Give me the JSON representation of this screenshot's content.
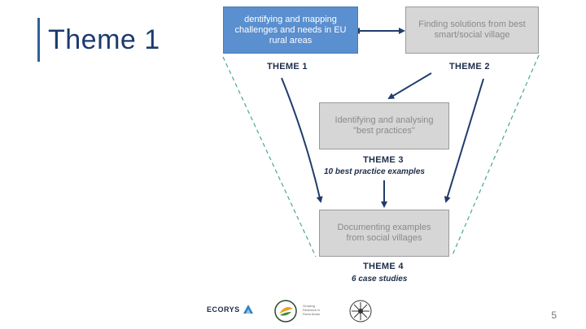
{
  "slide": {
    "title": "Theme 1",
    "page_number": "5"
  },
  "boxes": {
    "theme1_box": "dentifying and mapping challenges and needs in EU rural areas",
    "theme2_box": "Finding solutions from best smart/social village",
    "theme3_box": "Identifying and analysing \"best practices\"",
    "theme4_box": "Documenting examples from social villages"
  },
  "labels": {
    "theme1": "THEME 1",
    "theme2": "THEME 2",
    "theme3": "THEME 3",
    "theme3_sub": "10 best practice examples",
    "theme4": "THEME 4",
    "theme4_sub": "6 case studies"
  },
  "logos": {
    "ecorys": "ECORYS",
    "middle_logo_text": [
      "Growing",
      "Research in",
      "Rural Areas"
    ]
  },
  "colors": {
    "title": "#1c3b6e",
    "accent_bar": "#2f5fa0",
    "blue_box": "#5a8fd0",
    "grey_box": "#d6d6d6",
    "arrow": "#1f3d6b",
    "dashed": "#4aa59a"
  }
}
